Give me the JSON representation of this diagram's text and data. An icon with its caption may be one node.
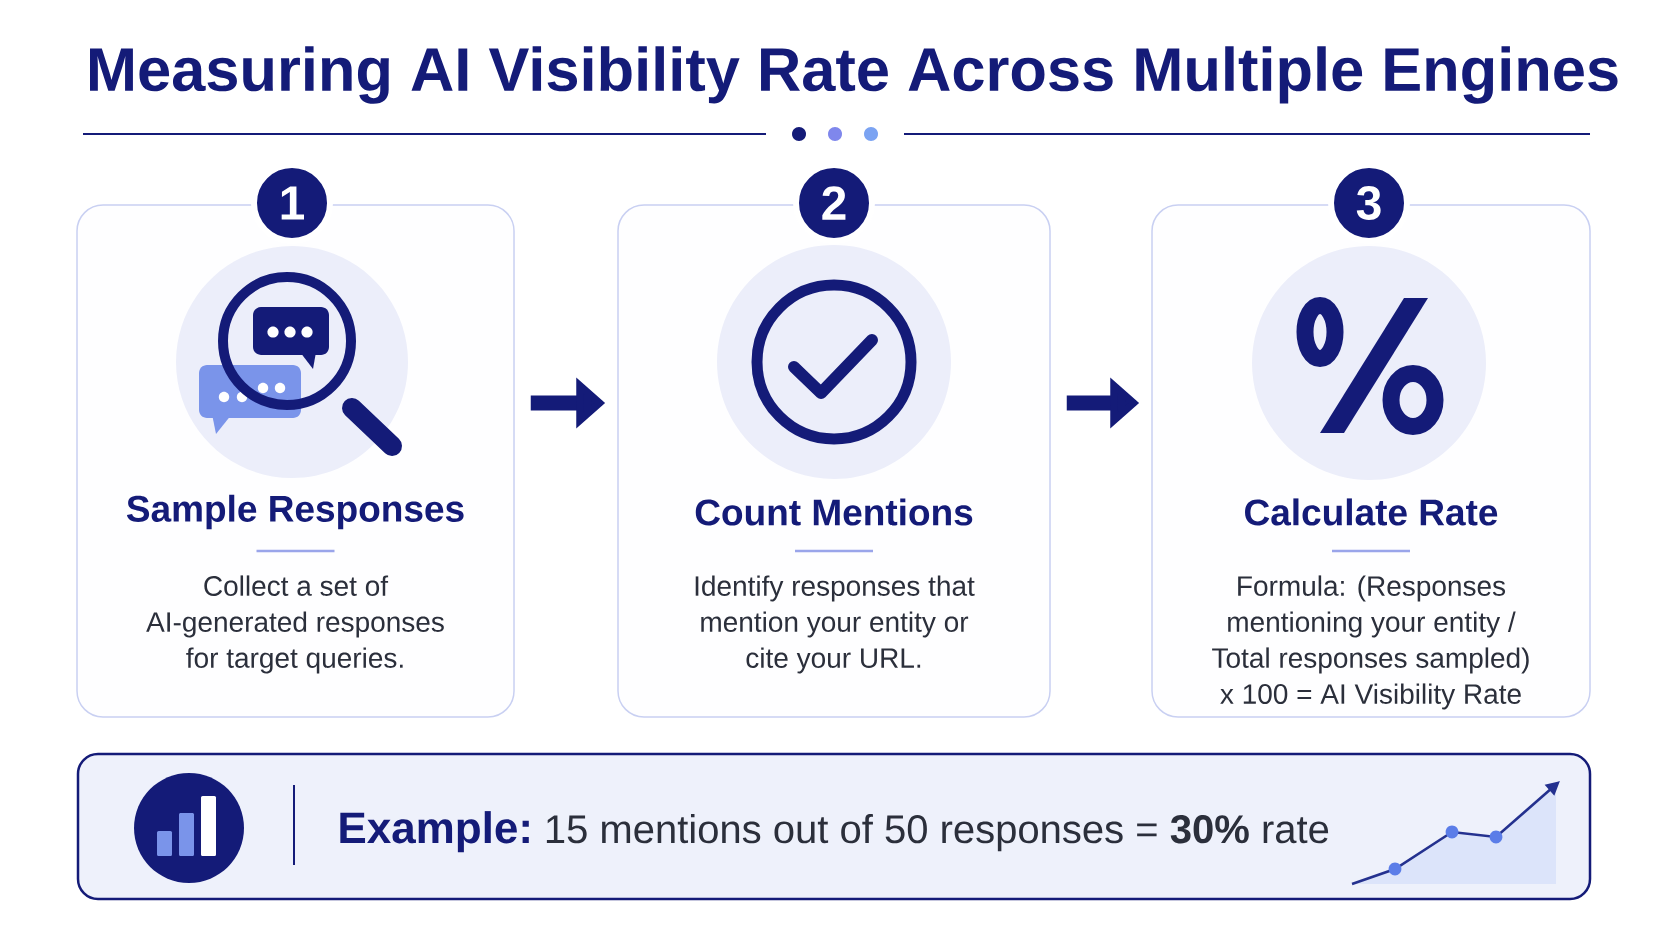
{
  "diagram": {
    "title": "Measuring AI Visibility Rate Across Multiple Engines",
    "nodes": [
      {
        "text": [
          "1"
        ]
      },
      {
        "text": [
          "Sample Responses",
          "Collect a set of AI-generated responses for target queries."
        ]
      },
      {
        "text": [
          "2"
        ]
      },
      {
        "text": [
          "Count Mentions",
          "Identify responses that mention your entity or cite your URL."
        ]
      },
      {
        "text": [
          "3"
        ]
      },
      {
        "text": [
          "Calculate Rate",
          "Formula: (Responses mentioning your entity / Total responses sampled) x 100 = AI Visibility Rate"
        ]
      },
      {
        "text": [
          "Example:",
          "15 mentions out of 50 responses = **30%** rate"
        ]
      }
    ],
    "edges": [
      {
        "from": 1,
        "to": 3,
        "arrow": "to"
      },
      {
        "from": 3,
        "to": 5,
        "arrow": "to"
      }
    ]
  }
}
